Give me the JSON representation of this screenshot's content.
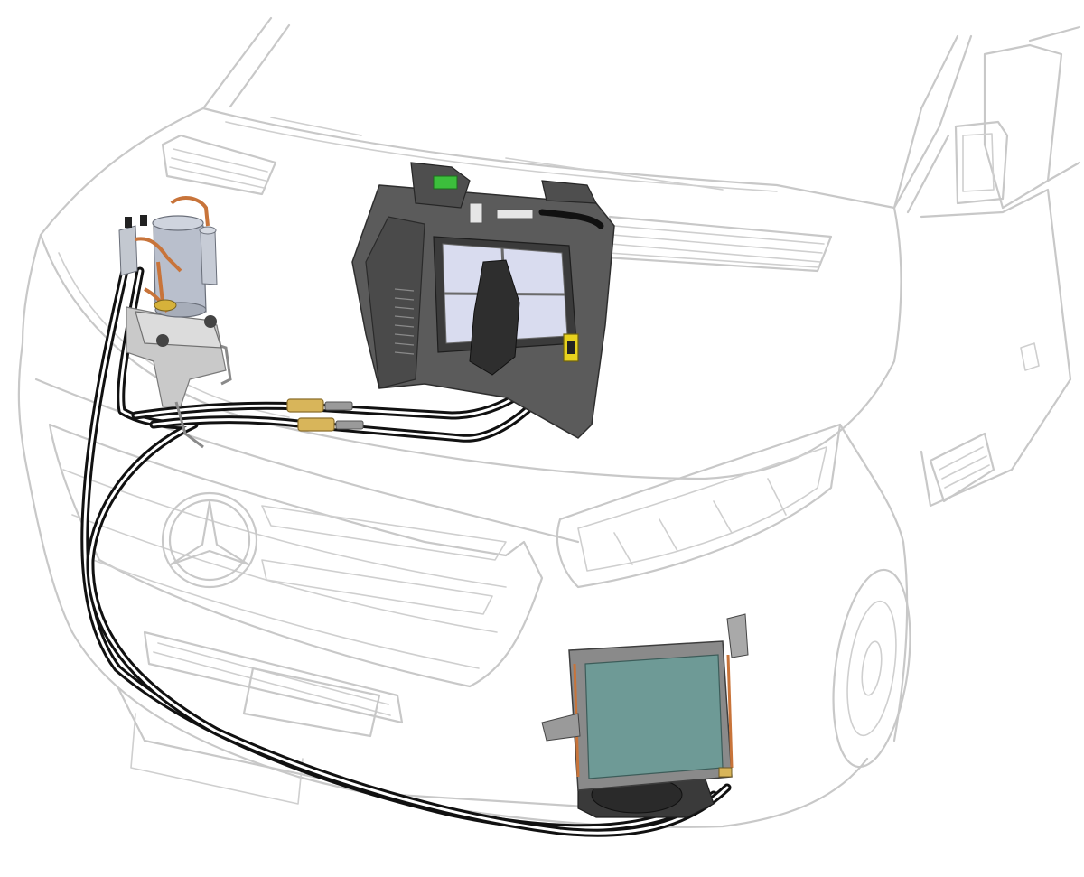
{
  "colors": {
    "vehicle_outline": "#c8c8c8",
    "hose": "#111111",
    "compressor_body": "#b9bfcc",
    "copper_pipe": "#c8743a",
    "fitting_brass": "#d8b55a",
    "evaporator_housing": "#5b5b5b",
    "evaporator_filter": "#d9dcef",
    "condenser_core": "#6e9a96",
    "connector_green": "#3cbf3c",
    "connector_yellow": "#e8d21e"
  },
  "components": [
    {
      "name": "compressor",
      "icon": "compressor-icon"
    },
    {
      "name": "evaporator-unit",
      "icon": "evaporator-icon"
    },
    {
      "name": "condenser",
      "icon": "condenser-icon"
    },
    {
      "name": "refrigerant-lines",
      "icon": "hose-icon"
    },
    {
      "name": "vehicle",
      "icon": "mercedes-star-icon"
    }
  ]
}
